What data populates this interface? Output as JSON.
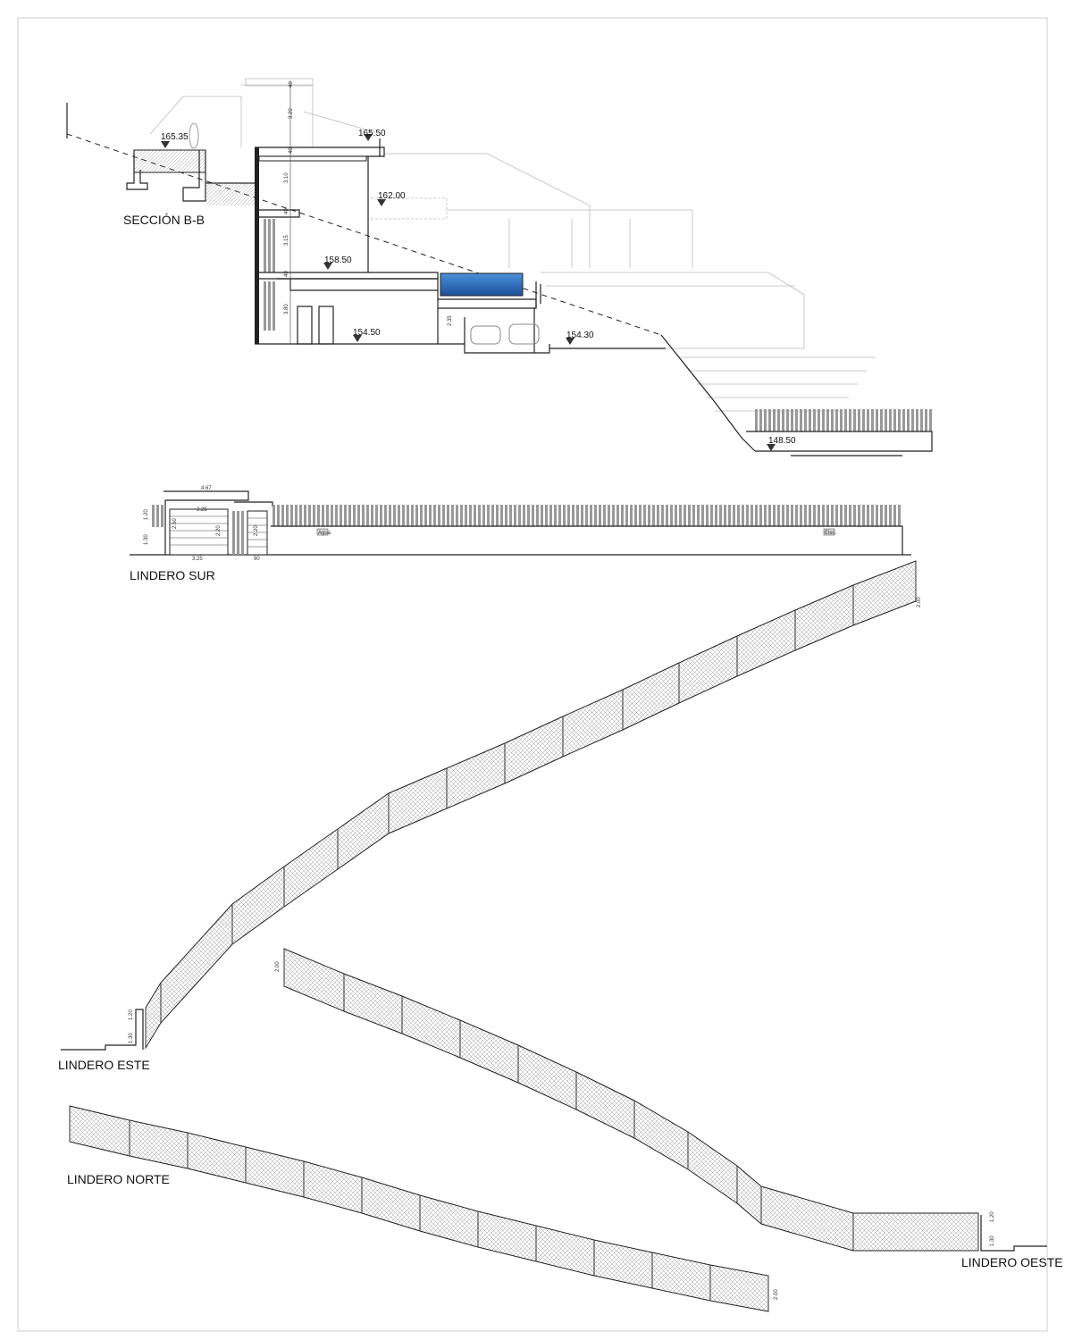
{
  "section": {
    "title": "SECCIÓN B-B",
    "levels": [
      "165.35",
      "165.50",
      "162.00",
      "158.50",
      "154.50",
      "154.30",
      "148.50"
    ],
    "dims": [
      "40",
      "3.20",
      "40",
      "3.10",
      "40",
      "3.15",
      "40",
      "3.80",
      "2.35"
    ]
  },
  "lindero_sur": {
    "title": "LINDERO SUR",
    "dims": [
      "4.67",
      "3.25",
      "1.20",
      "1.30",
      "2.50",
      "2.20",
      "2.20",
      "3.25",
      "90"
    ],
    "tags": [
      "Agua",
      "Elec."
    ]
  },
  "lindero_este": {
    "title": "LINDERO ESTE",
    "dims": [
      "2.00",
      "1.20",
      "1.30"
    ]
  },
  "lindero_oeste": {
    "title": "LINDERO OESTE",
    "dims": [
      "2.00",
      "1.20",
      "1.30"
    ]
  },
  "lindero_norte": {
    "title": "LINDERO NORTE",
    "dims": [
      "2.00"
    ]
  },
  "colors": {
    "pool": "#2a6fc0",
    "line": "#222222"
  }
}
